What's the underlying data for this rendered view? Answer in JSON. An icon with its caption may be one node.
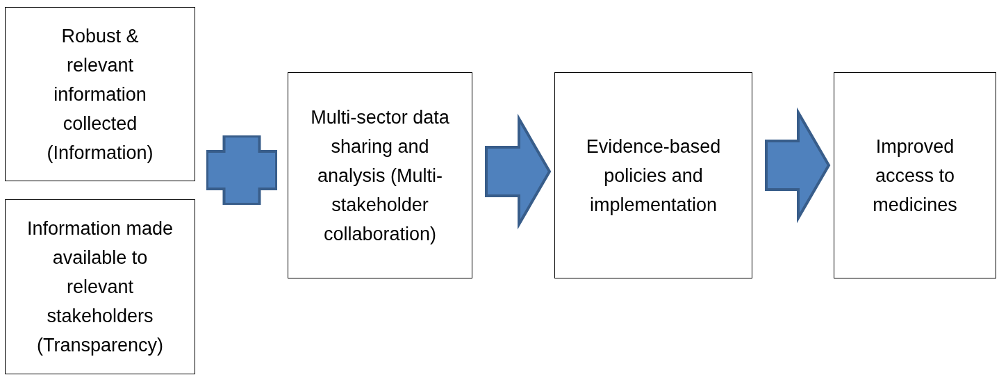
{
  "diagram": {
    "nodes": [
      {
        "text": [
          "Robust & relevant information collected (Information)"
        ]
      },
      {
        "text": [
          "Information made available to relevant stakeholders (Transparency)"
        ]
      },
      {
        "text": [],
        "shape": "cross"
      },
      {
        "text": [
          "Multi-sector data sharing and analysis (Multi-stakeholder collaboration)"
        ]
      },
      {
        "text": [
          "Evidence-based policies and implementation"
        ]
      },
      {
        "text": [
          "Improved access to medicines"
        ]
      }
    ],
    "edges": [
      {
        "from": 3,
        "to": 4,
        "arrow": "to"
      },
      {
        "from": 4,
        "to": 5,
        "arrow": "to"
      }
    ]
  }
}
